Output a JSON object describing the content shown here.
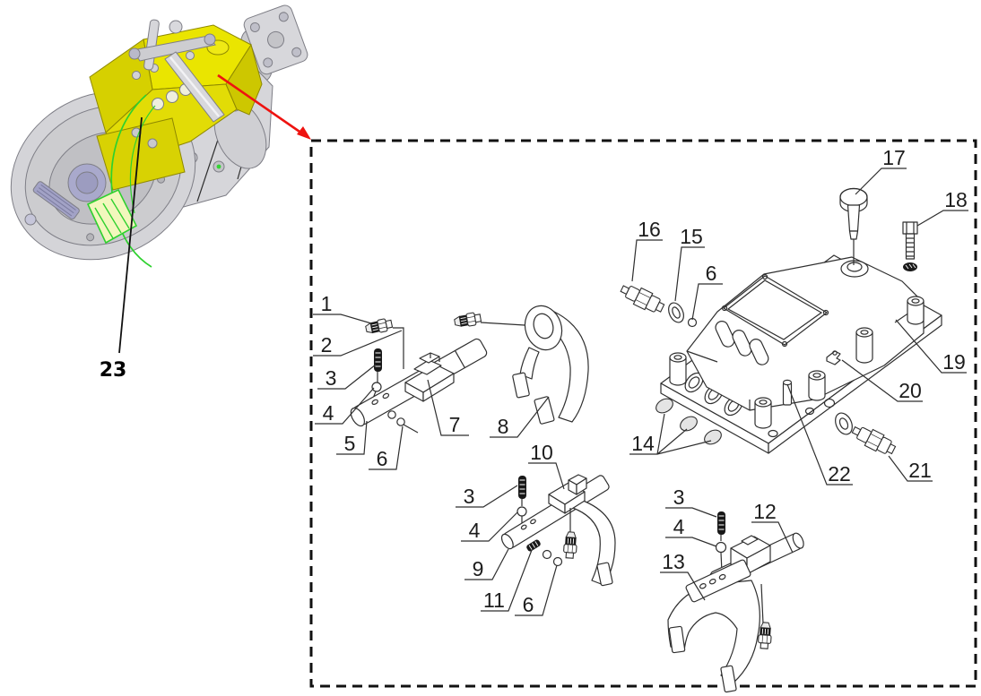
{
  "diagram": {
    "kind": "exploded-parts-diagram",
    "inset_label": "23",
    "colors": {
      "line": "#2f2f2f",
      "arrow_red": "#ee1310",
      "highlight_yellow": "#eae500",
      "yellow_shade": "#d6d000",
      "body_gray": "#d6d6da",
      "accent_green": "#2ed12e",
      "hub_lavender": "#a9a9cc"
    },
    "callouts": [
      {
        "num": "1"
      },
      {
        "num": "2"
      },
      {
        "num": "3"
      },
      {
        "num": "4"
      },
      {
        "num": "5"
      },
      {
        "num": "6"
      },
      {
        "num": "7"
      },
      {
        "num": "8"
      },
      {
        "num": "10"
      },
      {
        "num": "3"
      },
      {
        "num": "4"
      },
      {
        "num": "9"
      },
      {
        "num": "11"
      },
      {
        "num": "6"
      },
      {
        "num": "14"
      },
      {
        "num": "16"
      },
      {
        "num": "15"
      },
      {
        "num": "6"
      },
      {
        "num": "17"
      },
      {
        "num": "18"
      },
      {
        "num": "19"
      },
      {
        "num": "20"
      },
      {
        "num": "21"
      },
      {
        "num": "22"
      },
      {
        "num": "3"
      },
      {
        "num": "4"
      },
      {
        "num": "13"
      },
      {
        "num": "12"
      }
    ]
  }
}
